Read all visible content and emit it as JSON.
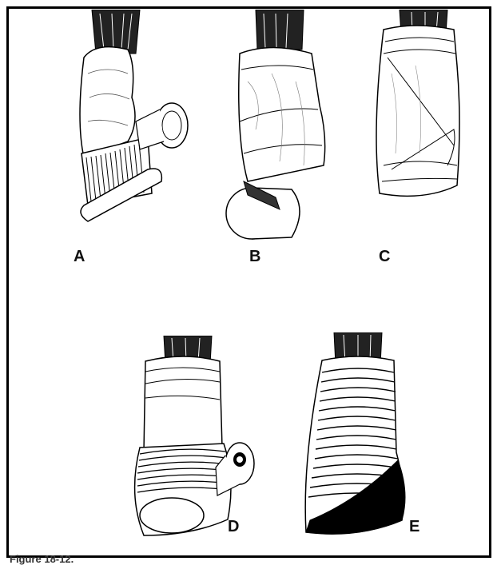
{
  "figure": {
    "caption": "Figure 18-12.",
    "panels": [
      {
        "id": "A",
        "label": "A"
      },
      {
        "id": "B",
        "label": "B"
      },
      {
        "id": "C",
        "label": "C"
      },
      {
        "id": "D",
        "label": "D"
      },
      {
        "id": "E",
        "label": "E"
      }
    ]
  },
  "colors": {
    "ink": "#111111",
    "paper": "#ffffff",
    "frame": "#000000",
    "caption": "#333333"
  }
}
